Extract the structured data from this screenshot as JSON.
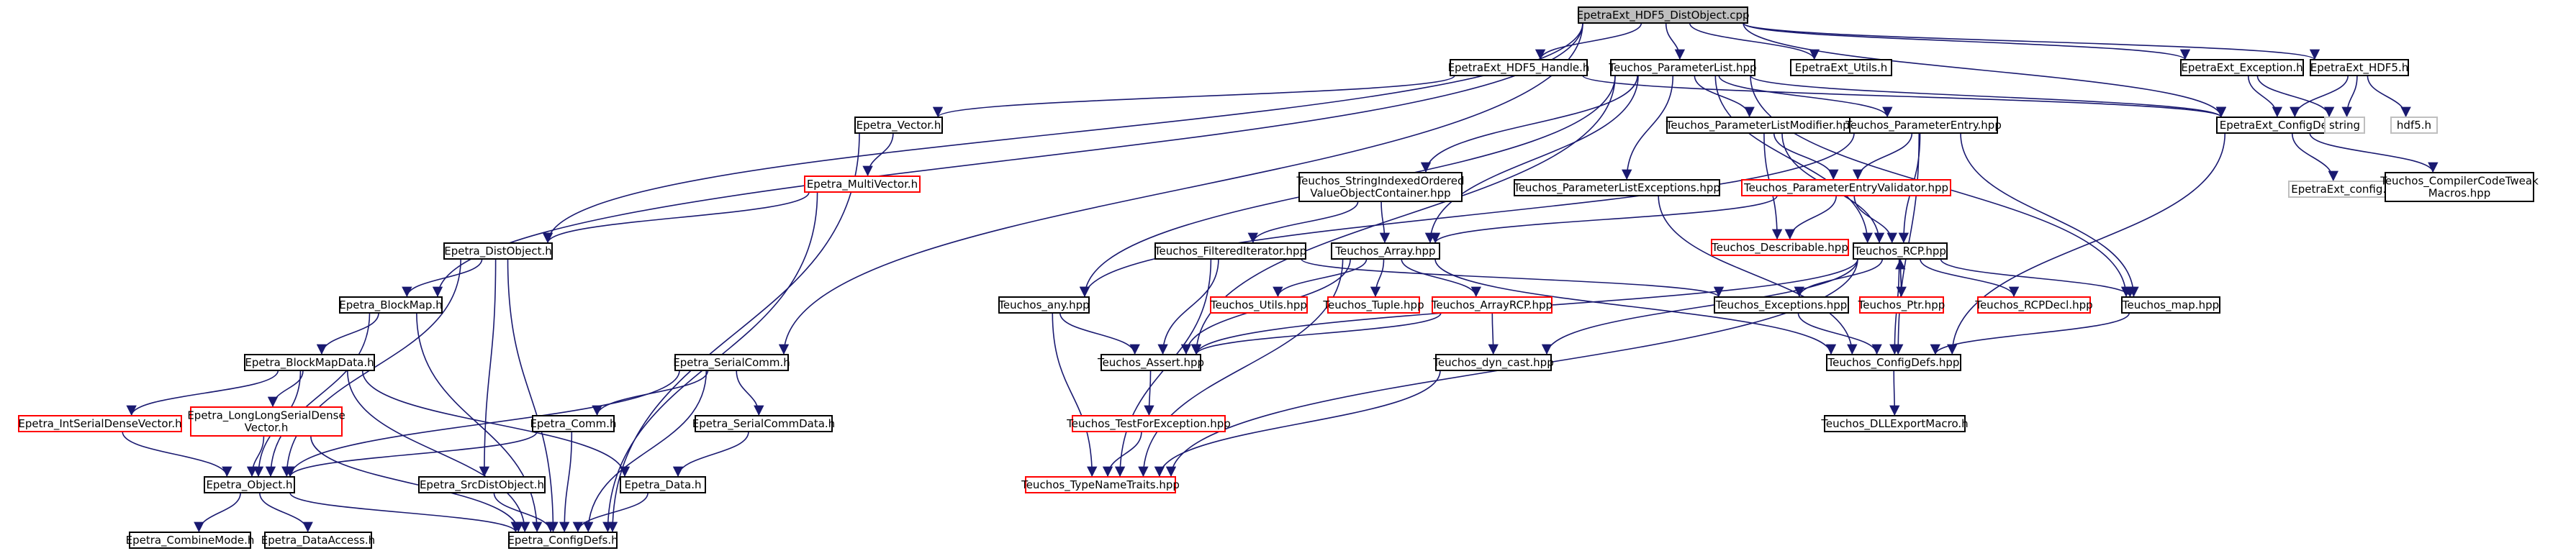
{
  "nodes": [
    {
      "id": "root",
      "lines": [
        "EpetraExt_HDF5_DistObject.cpp"
      ],
      "style": "root",
      "interactable": false
    },
    {
      "id": "hdf5handle",
      "lines": [
        "EpetraExt_HDF5_Handle.h"
      ],
      "style": "black",
      "interactable": true
    },
    {
      "id": "paramlist",
      "lines": [
        "Teuchos_ParameterList.hpp"
      ],
      "style": "black",
      "interactable": true
    },
    {
      "id": "extutils",
      "lines": [
        "EpetraExt_Utils.h"
      ],
      "style": "black",
      "interactable": true
    },
    {
      "id": "extexception",
      "lines": [
        "EpetraExt_Exception.h"
      ],
      "style": "black",
      "interactable": true
    },
    {
      "id": "exthdf5",
      "lines": [
        "EpetraExt_HDF5.h"
      ],
      "style": "black",
      "interactable": true
    },
    {
      "id": "epvector",
      "lines": [
        "Epetra_Vector.h"
      ],
      "style": "black",
      "interactable": true
    },
    {
      "id": "extconfigdefs",
      "lines": [
        "EpetraExt_ConfigDefs.h"
      ],
      "style": "black",
      "interactable": true
    },
    {
      "id": "string",
      "lines": [
        "string"
      ],
      "style": "grey",
      "interactable": false
    },
    {
      "id": "hdf5h",
      "lines": [
        "hdf5.h"
      ],
      "style": "grey",
      "interactable": false
    },
    {
      "id": "extconfig",
      "lines": [
        "EpetraExt_config.h"
      ],
      "style": "grey",
      "interactable": false
    },
    {
      "id": "compilercode",
      "lines": [
        "Teuchos_CompilerCodeTweak",
        "Macros.hpp"
      ],
      "style": "black",
      "interactable": true
    },
    {
      "id": "plmodifier",
      "lines": [
        "Teuchos_ParameterListModifier.hpp"
      ],
      "style": "black",
      "interactable": true
    },
    {
      "id": "paramentry",
      "lines": [
        "Teuchos_ParameterEntry.hpp"
      ],
      "style": "black",
      "interactable": true
    },
    {
      "id": "multivector",
      "lines": [
        "Epetra_MultiVector.h"
      ],
      "style": "red",
      "interactable": true
    },
    {
      "id": "stringindexed",
      "lines": [
        "Teuchos_StringIndexedOrdered",
        "ValueObjectContainer.hpp"
      ],
      "style": "black",
      "interactable": true
    },
    {
      "id": "plexceptions",
      "lines": [
        "Teuchos_ParameterListExceptions.hpp"
      ],
      "style": "black",
      "interactable": true
    },
    {
      "id": "peValidator",
      "lines": [
        "Teuchos_ParameterEntryValidator.hpp"
      ],
      "style": "red",
      "interactable": true
    },
    {
      "id": "describable",
      "lines": [
        "Teuchos_Describable.hpp"
      ],
      "style": "red",
      "interactable": true
    },
    {
      "id": "distobject",
      "lines": [
        "Epetra_DistObject.h"
      ],
      "style": "black",
      "interactable": true
    },
    {
      "id": "filtered",
      "lines": [
        "Teuchos_FilteredIterator.hpp"
      ],
      "style": "black",
      "interactable": true
    },
    {
      "id": "array",
      "lines": [
        "Teuchos_Array.hpp"
      ],
      "style": "black",
      "interactable": true
    },
    {
      "id": "rcp",
      "lines": [
        "Teuchos_RCP.hpp"
      ],
      "style": "black",
      "interactable": true
    },
    {
      "id": "blockmap",
      "lines": [
        "Epetra_BlockMap.h"
      ],
      "style": "black",
      "interactable": true
    },
    {
      "id": "tany",
      "lines": [
        "Teuchos_any.hpp"
      ],
      "style": "black",
      "interactable": true
    },
    {
      "id": "utils",
      "lines": [
        "Teuchos_Utils.hpp"
      ],
      "style": "red",
      "interactable": true
    },
    {
      "id": "tuple",
      "lines": [
        "Teuchos_Tuple.hpp"
      ],
      "style": "red",
      "interactable": true
    },
    {
      "id": "arrayrcp",
      "lines": [
        "Teuchos_ArrayRCP.hpp"
      ],
      "style": "red",
      "interactable": true
    },
    {
      "id": "texceptions",
      "lines": [
        "Teuchos_Exceptions.hpp"
      ],
      "style": "black",
      "interactable": true
    },
    {
      "id": "tptr",
      "lines": [
        "Teuchos_Ptr.hpp"
      ],
      "style": "red",
      "interactable": true
    },
    {
      "id": "rcpdecl",
      "lines": [
        "Teuchos_RCPDecl.hpp"
      ],
      "style": "red",
      "interactable": true
    },
    {
      "id": "tmap",
      "lines": [
        "Teuchos_map.hpp"
      ],
      "style": "black",
      "interactable": true
    },
    {
      "id": "blockmapdata",
      "lines": [
        "Epetra_BlockMapData.h"
      ],
      "style": "black",
      "interactable": true
    },
    {
      "id": "serialcomm",
      "lines": [
        "Epetra_SerialComm.h"
      ],
      "style": "black",
      "interactable": true
    },
    {
      "id": "tassert",
      "lines": [
        "Teuchos_Assert.hpp"
      ],
      "style": "black",
      "interactable": true
    },
    {
      "id": "dyncast",
      "lines": [
        "Teuchos_dyn_cast.hpp"
      ],
      "style": "black",
      "interactable": true
    },
    {
      "id": "tconfigdefs",
      "lines": [
        "Teuchos_ConfigDefs.hpp"
      ],
      "style": "black",
      "interactable": true
    },
    {
      "id": "intserial",
      "lines": [
        "Epetra_IntSerialDenseVector.h"
      ],
      "style": "red",
      "interactable": true
    },
    {
      "id": "longlong",
      "lines": [
        "Epetra_LongLongSerialDense",
        "Vector.h"
      ],
      "style": "red",
      "interactable": true
    },
    {
      "id": "epcomm",
      "lines": [
        "Epetra_Comm.h"
      ],
      "style": "black",
      "interactable": true
    },
    {
      "id": "serialcommdata",
      "lines": [
        "Epetra_SerialCommData.h"
      ],
      "style": "black",
      "interactable": true
    },
    {
      "id": "testforexc",
      "lines": [
        "Teuchos_TestForException.hpp"
      ],
      "style": "red",
      "interactable": true
    },
    {
      "id": "dllexport",
      "lines": [
        "Teuchos_DLLExportMacro.h"
      ],
      "style": "black",
      "interactable": true
    },
    {
      "id": "epobject",
      "lines": [
        "Epetra_Object.h"
      ],
      "style": "black",
      "interactable": true
    },
    {
      "id": "srcdist",
      "lines": [
        "Epetra_SrcDistObject.h"
      ],
      "style": "black",
      "interactable": true
    },
    {
      "id": "epdata",
      "lines": [
        "Epetra_Data.h"
      ],
      "style": "black",
      "interactable": true
    },
    {
      "id": "typename",
      "lines": [
        "Teuchos_TypeNameTraits.hpp"
      ],
      "style": "red",
      "interactable": true
    },
    {
      "id": "combinemode",
      "lines": [
        "Epetra_CombineMode.h"
      ],
      "style": "black",
      "interactable": true
    },
    {
      "id": "dataaccess",
      "lines": [
        "Epetra_DataAccess.h"
      ],
      "style": "black",
      "interactable": true
    },
    {
      "id": "epconfigdefs",
      "lines": [
        "Epetra_ConfigDefs.h"
      ],
      "style": "black",
      "interactable": true
    }
  ],
  "edges": [
    [
      "root",
      "hdf5handle"
    ],
    [
      "root",
      "paramlist"
    ],
    [
      "root",
      "extutils"
    ],
    [
      "root",
      "extexception"
    ],
    [
      "root",
      "exthdf5"
    ],
    [
      "root",
      "distobject"
    ],
    [
      "root",
      "blockmap"
    ],
    [
      "root",
      "serialcomm"
    ],
    [
      "root",
      "extconfigdefs"
    ],
    [
      "hdf5handle",
      "epvector"
    ],
    [
      "hdf5handle",
      "extconfigdefs"
    ],
    [
      "paramlist",
      "plmodifier"
    ],
    [
      "paramlist",
      "paramentry"
    ],
    [
      "paramlist",
      "stringindexed"
    ],
    [
      "paramlist",
      "plexceptions"
    ],
    [
      "paramlist",
      "array"
    ],
    [
      "paramlist",
      "tany"
    ],
    [
      "paramlist",
      "tassert"
    ],
    [
      "paramlist",
      "rcp"
    ],
    [
      "paramlist",
      "tmap"
    ],
    [
      "paramlist",
      "extconfigdefs"
    ],
    [
      "extexception",
      "extconfigdefs"
    ],
    [
      "extexception",
      "string"
    ],
    [
      "exthdf5",
      "extconfigdefs"
    ],
    [
      "exthdf5",
      "string"
    ],
    [
      "exthdf5",
      "hdf5h"
    ],
    [
      "extconfigdefs",
      "extconfig"
    ],
    [
      "extconfigdefs",
      "compilercode"
    ],
    [
      "extconfigdefs",
      "tconfigdefs"
    ],
    [
      "epvector",
      "multivector"
    ],
    [
      "epvector",
      "epconfigdefs"
    ],
    [
      "multivector",
      "distobject"
    ],
    [
      "multivector",
      "epconfigdefs"
    ],
    [
      "plmodifier",
      "peValidator"
    ],
    [
      "plmodifier",
      "describable"
    ],
    [
      "plmodifier",
      "rcp"
    ],
    [
      "paramentry",
      "peValidator"
    ],
    [
      "paramentry",
      "rcp"
    ],
    [
      "paramentry",
      "tmap"
    ],
    [
      "paramentry",
      "tconfigdefs"
    ],
    [
      "paramentry",
      "tany"
    ],
    [
      "peValidator",
      "describable"
    ],
    [
      "peValidator",
      "rcp"
    ],
    [
      "peValidator",
      "array"
    ],
    [
      "stringindexed",
      "filtered"
    ],
    [
      "stringindexed",
      "array"
    ],
    [
      "plexceptions",
      "tconfigdefs"
    ],
    [
      "filtered",
      "tassert"
    ],
    [
      "filtered",
      "texceptions"
    ],
    [
      "filtered",
      "typename"
    ],
    [
      "array",
      "utils"
    ],
    [
      "array",
      "tuple"
    ],
    [
      "array",
      "arrayrcp"
    ],
    [
      "array",
      "tassert"
    ],
    [
      "array",
      "typename"
    ],
    [
      "array",
      "tconfigdefs"
    ],
    [
      "arrayrcp",
      "tassert"
    ],
    [
      "arrayrcp",
      "dyncast"
    ],
    [
      "rcp",
      "tptr"
    ],
    [
      "rcp",
      "rcpdecl"
    ],
    [
      "rcp",
      "tmap"
    ],
    [
      "rcp",
      "texceptions"
    ],
    [
      "rcp",
      "tassert"
    ],
    [
      "rcp",
      "dyncast"
    ],
    [
      "rcp",
      "typename"
    ],
    [
      "rcp",
      "tconfigdefs"
    ],
    [
      "tptr",
      "rcp"
    ],
    [
      "tany",
      "tassert"
    ],
    [
      "tany",
      "typename"
    ],
    [
      "texceptions",
      "tconfigdefs"
    ],
    [
      "tmap",
      "tconfigdefs"
    ],
    [
      "tassert",
      "testforexc"
    ],
    [
      "testforexc",
      "typename"
    ],
    [
      "dyncast",
      "typename"
    ],
    [
      "tconfigdefs",
      "dllexport"
    ],
    [
      "distobject",
      "blockmap"
    ],
    [
      "distobject",
      "srcdist"
    ],
    [
      "distobject",
      "epobject"
    ],
    [
      "distobject",
      "epconfigdefs"
    ],
    [
      "blockmap",
      "blockmapdata"
    ],
    [
      "blockmap",
      "epobject"
    ],
    [
      "blockmap",
      "epconfigdefs"
    ],
    [
      "blockmapdata",
      "intserial"
    ],
    [
      "blockmapdata",
      "longlong"
    ],
    [
      "blockmapdata",
      "epdata"
    ],
    [
      "blockmapdata",
      "epobject"
    ],
    [
      "blockmapdata",
      "epconfigdefs"
    ],
    [
      "intserial",
      "epobject"
    ],
    [
      "longlong",
      "epobject"
    ],
    [
      "longlong",
      "epconfigdefs"
    ],
    [
      "serialcomm",
      "epcomm"
    ],
    [
      "serialcomm",
      "serialcommdata"
    ],
    [
      "serialcomm",
      "epobject"
    ],
    [
      "serialcomm",
      "epconfigdefs"
    ],
    [
      "epcomm",
      "epobject"
    ],
    [
      "epcomm",
      "epconfigdefs"
    ],
    [
      "serialcommdata",
      "epdata"
    ],
    [
      "epdata",
      "epconfigdefs"
    ],
    [
      "srcdist",
      "epconfigdefs"
    ],
    [
      "epobject",
      "combinemode"
    ],
    [
      "epobject",
      "dataaccess"
    ],
    [
      "epobject",
      "epconfigdefs"
    ]
  ]
}
